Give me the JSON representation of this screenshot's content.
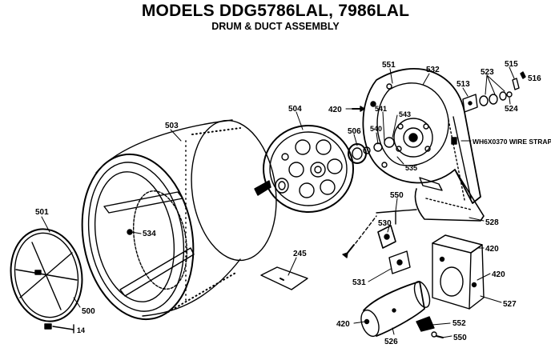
{
  "header": {
    "title": "MODELS DDG5786LAL, 7986LAL",
    "subtitle": "DRUM & DUCT ASSEMBLY"
  },
  "callouts": {
    "c501": "501",
    "c500": "500",
    "c14": "14",
    "c503": "503",
    "c534": "534",
    "c504": "504",
    "c506": "506",
    "c420a": "420",
    "c551": "551",
    "c532": "532",
    "c541": "541",
    "c540": "540",
    "c543": "543",
    "c535": "535",
    "c513": "513",
    "c523": "523",
    "c515": "515",
    "c516": "516",
    "c524": "524",
    "c_strap": "WH6X0370 WIRE STRAP",
    "c550a": "550",
    "c530": "530",
    "c528": "528",
    "c245": "245",
    "c531": "531",
    "c420b": "420",
    "c420c": "420",
    "c527": "527",
    "c420d": "420",
    "c526": "526",
    "c552": "552",
    "c550b": "550"
  }
}
